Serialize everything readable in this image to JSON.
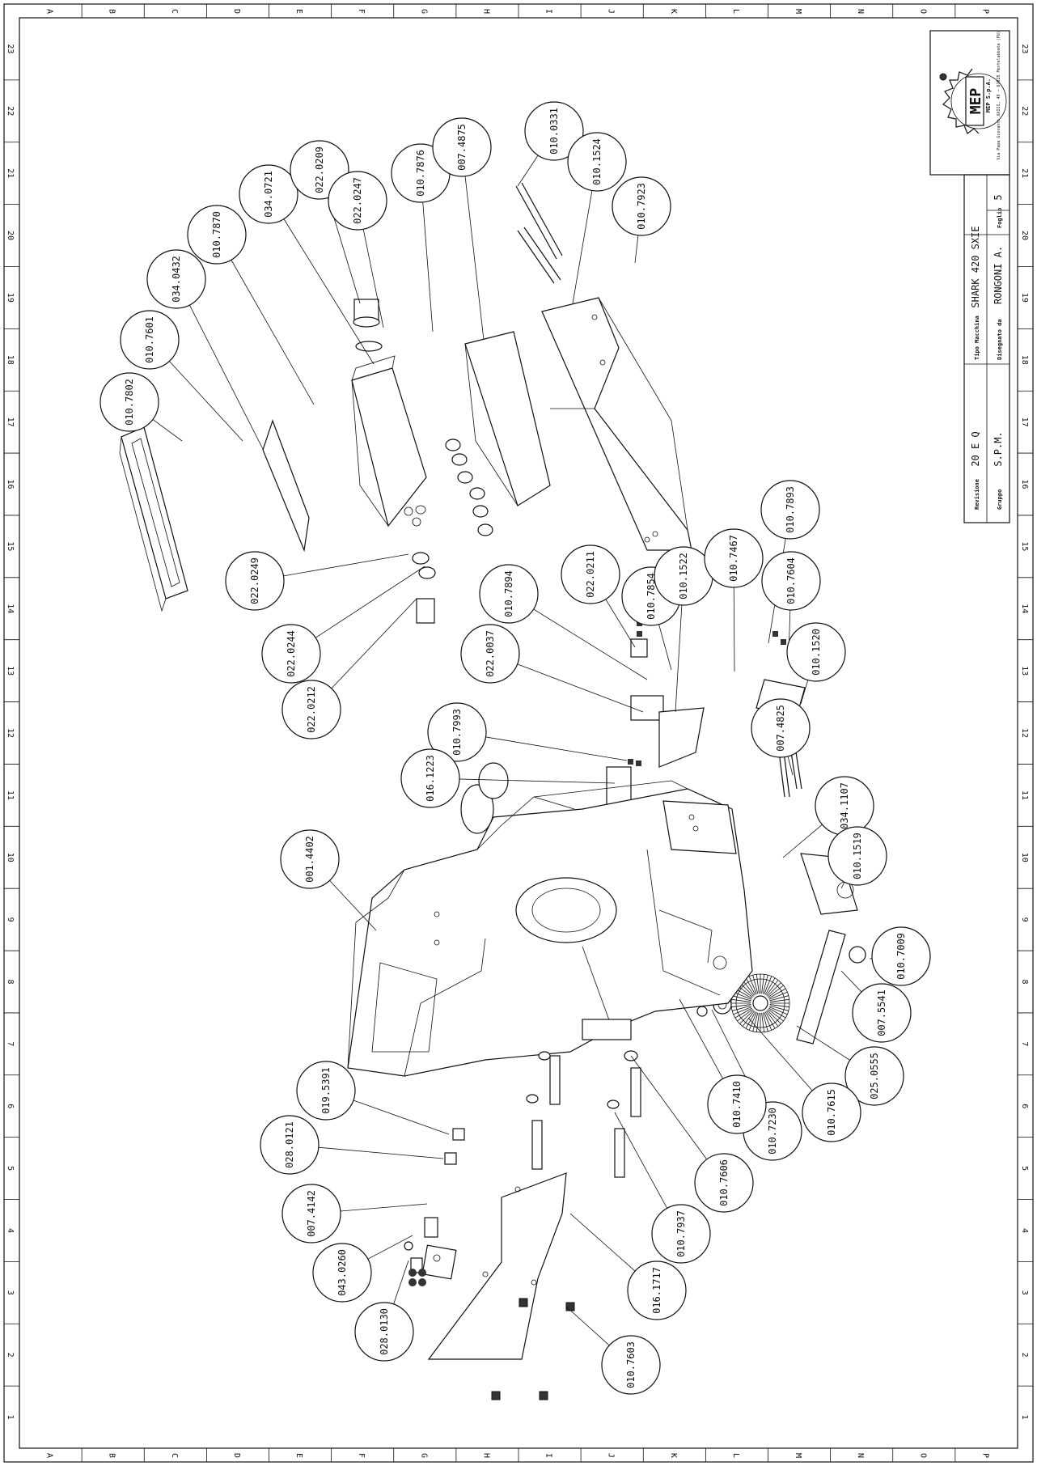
{
  "sheet": {
    "grid_letters": [
      "A",
      "B",
      "C",
      "D",
      "E",
      "F",
      "G",
      "H",
      "I",
      "J",
      "K",
      "L",
      "M",
      "N",
      "O",
      "P"
    ],
    "grid_numbers": [
      "1",
      "2",
      "3",
      "4",
      "5",
      "6",
      "7",
      "8",
      "9",
      "10",
      "11",
      "12",
      "13",
      "14",
      "15",
      "16",
      "17",
      "18",
      "19",
      "20",
      "21",
      "22",
      "23"
    ]
  },
  "title_block": {
    "logo_text": "MEP",
    "company": "MEP S.p.A.",
    "address": "Via Papa Giovanni XXIII, 49 — 61025 Montelabbate (PU)",
    "revision_label": "Revisione",
    "revision_value": "20 E Q",
    "machine_label": "Tipo Macchina",
    "machine_value": "SHARK 420 SXIE",
    "group_label": "Gruppo",
    "group_value": "S.P.M.",
    "drawn_label": "Disegnato da",
    "drawn_value": "RONGONI A.",
    "page_label": "Foglio",
    "page_value": "5"
  },
  "labels": [
    "010.7802",
    "010.7601",
    "034.0432",
    "010.7870",
    "034.0721",
    "022.0209",
    "022.0247",
    "010.7876",
    "007.4875",
    "010.0331",
    "010.1524",
    "010.7923",
    "022.0249",
    "022.0244",
    "022.0212",
    "022.0211",
    "010.7894",
    "010.7854",
    "010.1522",
    "022.0037",
    "010.7993",
    "010.7467",
    "010.7893",
    "010.7604",
    "010.1520",
    "016.1223",
    "007.4825",
    "034.1107",
    "001.4402",
    "010.1519",
    "010.7009",
    "007.5541",
    "025.0555",
    "010.7615",
    "010.7230",
    "010.7410",
    "010.7606",
    "010.7937",
    "016.1717",
    "010.7603",
    "019.5391",
    "028.0121",
    "007.4142",
    "043.0260",
    "028.0130"
  ]
}
